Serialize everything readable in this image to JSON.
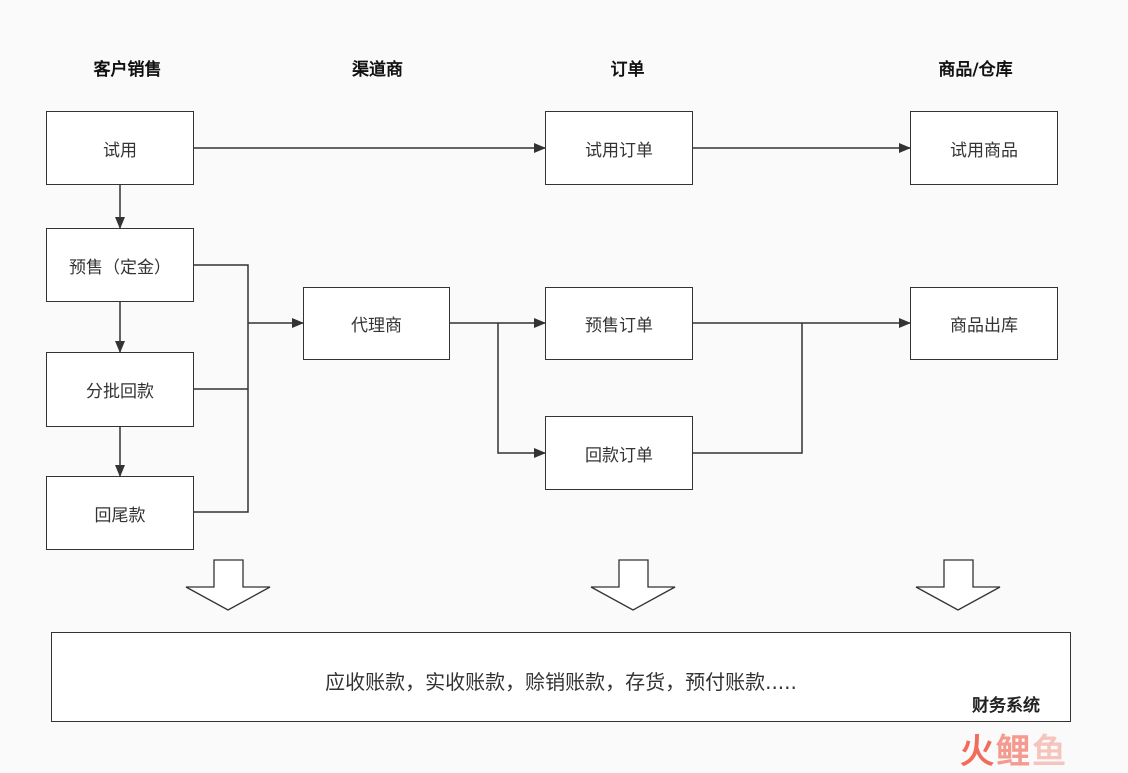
{
  "columns": {
    "customer_sales": "客户销售",
    "channel": "渠道商",
    "order": "订单",
    "goods_warehouse": "商品/仓库"
  },
  "boxes": {
    "trial": "试用",
    "presale": "预售（定金）",
    "installment": "分批回款",
    "final_payment": "回尾款",
    "agent": "代理商",
    "trial_order": "试用订单",
    "presale_order": "预售订单",
    "payment_order": "回款订单",
    "trial_goods": "试用商品",
    "goods_outbound": "商品出库"
  },
  "finance": {
    "text": "应收账款，实收账款，赊销账款，存货，预付账款.....",
    "label": "财务系统"
  },
  "watermark": {
    "part1": "火",
    "part2": "鲤",
    "part3": "鱼"
  }
}
